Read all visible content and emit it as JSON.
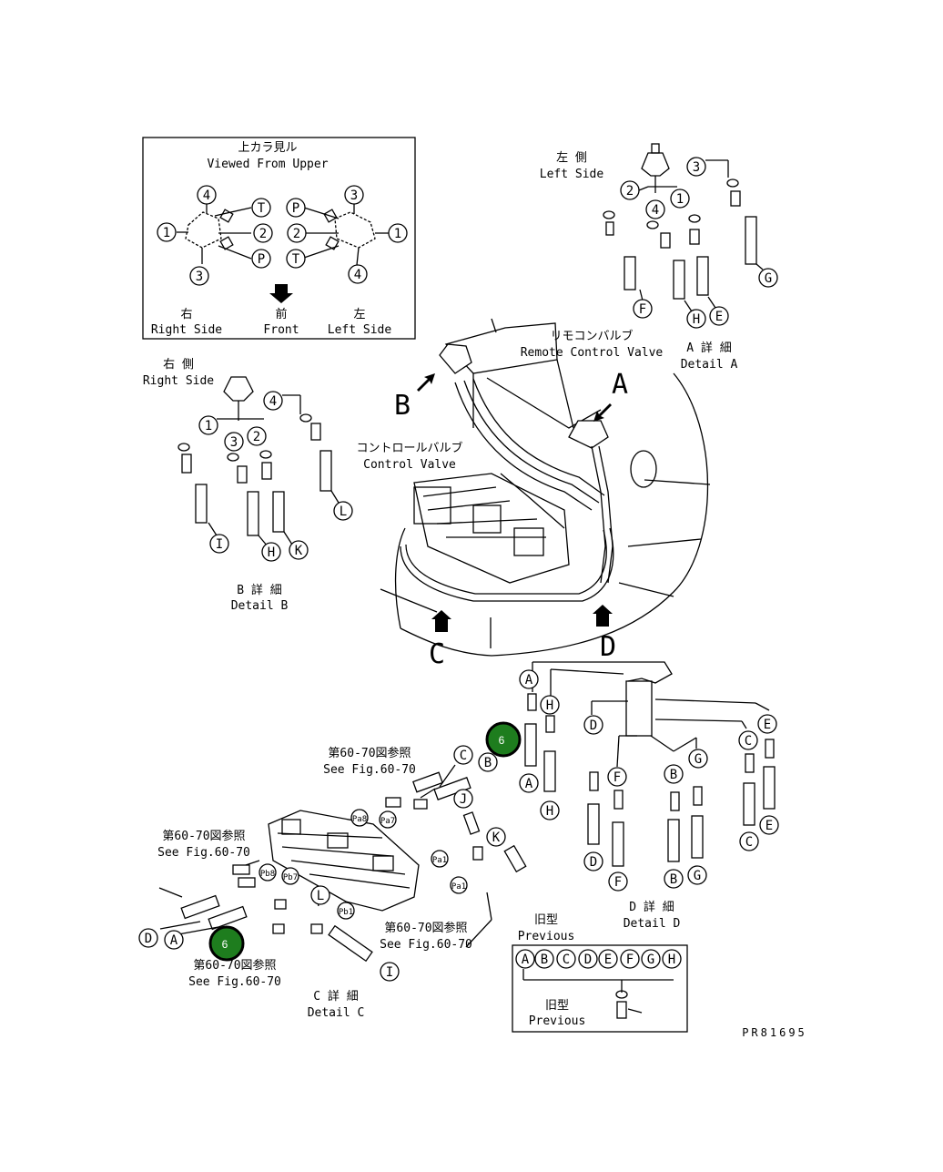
{
  "inset_top": {
    "title_jp": "上カラ見ル",
    "title_en": "Viewed From Upper",
    "right_label_jp": "右",
    "right_label_en": "Right Side",
    "front_label_jp": "前",
    "front_label_en": "Front",
    "left_label_jp": "左",
    "left_label_en": "Left Side",
    "right_ports": [
      "4",
      "1",
      "3",
      "T",
      "2",
      "P"
    ],
    "left_ports": [
      "3",
      "P",
      "2",
      "T",
      "1",
      "4"
    ]
  },
  "detail_a": {
    "side_jp": "左 側",
    "side_en": "Left Side",
    "caption_jp": "A 詳 細",
    "caption_en": "Detail A",
    "ports": [
      "2",
      "3",
      "1",
      "4"
    ],
    "letters": [
      "F",
      "H",
      "E",
      "G"
    ]
  },
  "detail_b": {
    "side_jp": "右 側",
    "side_en": "Right Side",
    "caption_jp": "B 詳 細",
    "caption_en": "Detail B",
    "ports": [
      "4",
      "1",
      "3",
      "2"
    ],
    "letters": [
      "I",
      "H",
      "K",
      "L"
    ]
  },
  "main_view": {
    "rcv_jp": "リモコンバルブ",
    "rcv_en": "Remote Control Valve",
    "cv_jp": "コントロールバルブ",
    "cv_en": "Control Valve",
    "arrow_a": "A",
    "arrow_b": "B",
    "arrow_c": "C",
    "arrow_d": "D"
  },
  "detail_c": {
    "caption_jp": "C 詳 細",
    "caption_en": "Detail C",
    "see_jp": "第60-70図参照",
    "see_en": "See Fig.60-70",
    "ports": [
      "Pa8",
      "Pa7",
      "Pb8",
      "Pb7",
      "Pa1",
      "Pb1",
      "Pa1"
    ],
    "letters": [
      "C",
      "B",
      "J",
      "K",
      "L",
      "D",
      "A",
      "I"
    ]
  },
  "detail_d": {
    "caption_jp": "D 詳 細",
    "caption_en": "Detail D",
    "letters_top": [
      "A",
      "H",
      "D",
      "F",
      "B",
      "G",
      "C",
      "E"
    ],
    "letters_bottom": [
      "A",
      "H",
      "D",
      "F",
      "B",
      "G",
      "C",
      "E"
    ]
  },
  "previous_box": {
    "label_jp": "旧型",
    "label_en": "Previous",
    "label2_jp": "旧型",
    "label2_en": "Previous",
    "letters": [
      "A",
      "B",
      "C",
      "D",
      "E",
      "F",
      "G",
      "H"
    ]
  },
  "markers": [
    {
      "label": "6",
      "color": "#1e7d1e"
    },
    {
      "label": "6",
      "color": "#1e7d1e"
    }
  ],
  "drawing_number": "PR81695"
}
